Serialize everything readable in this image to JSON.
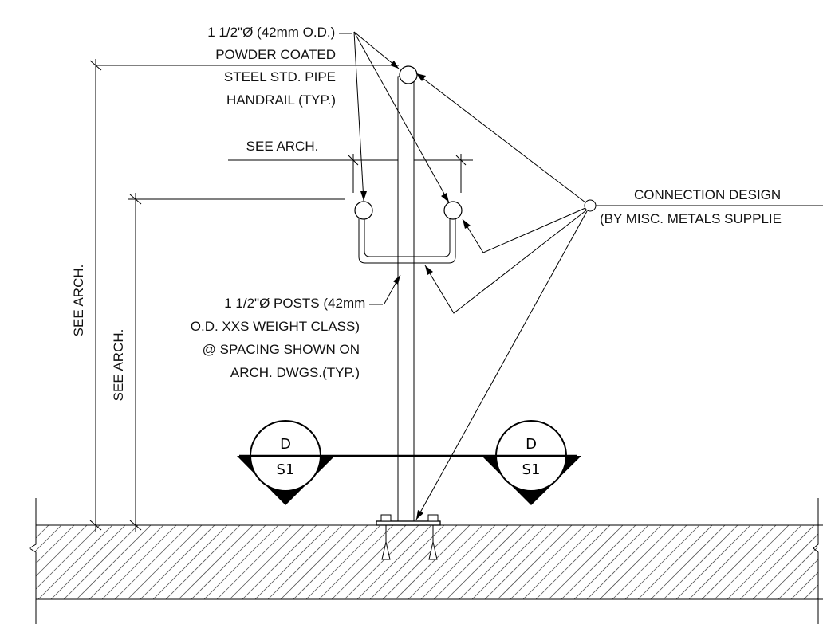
{
  "labels": {
    "handrail": [
      "1 1/2\"Ø (42mm O.D.) —",
      "POWDER COATED",
      "STEEL STD. PIPE",
      "HANDRAIL (TYP.)"
    ],
    "see_arch_top": "SEE ARCH.",
    "see_arch_left_outer": "SEE ARCH.",
    "see_arch_left_inner": "SEE ARCH.",
    "connection": [
      "CONNECTION DESIGN",
      "(BY MISC. METALS SUPPLIE"
    ],
    "posts": [
      "1 1/2\"Ø POSTS (42mm —",
      "O.D. XXS WEIGHT CLASS)",
      "@ SPACING SHOWN ON",
      "ARCH. DWGS.(TYP.)"
    ]
  },
  "section_tags": [
    {
      "top": "D",
      "bottom": "S1"
    },
    {
      "top": "D",
      "bottom": "S1"
    }
  ],
  "colors": {
    "line": "#000000",
    "hatch": "#555555",
    "background": "#ffffff"
  }
}
